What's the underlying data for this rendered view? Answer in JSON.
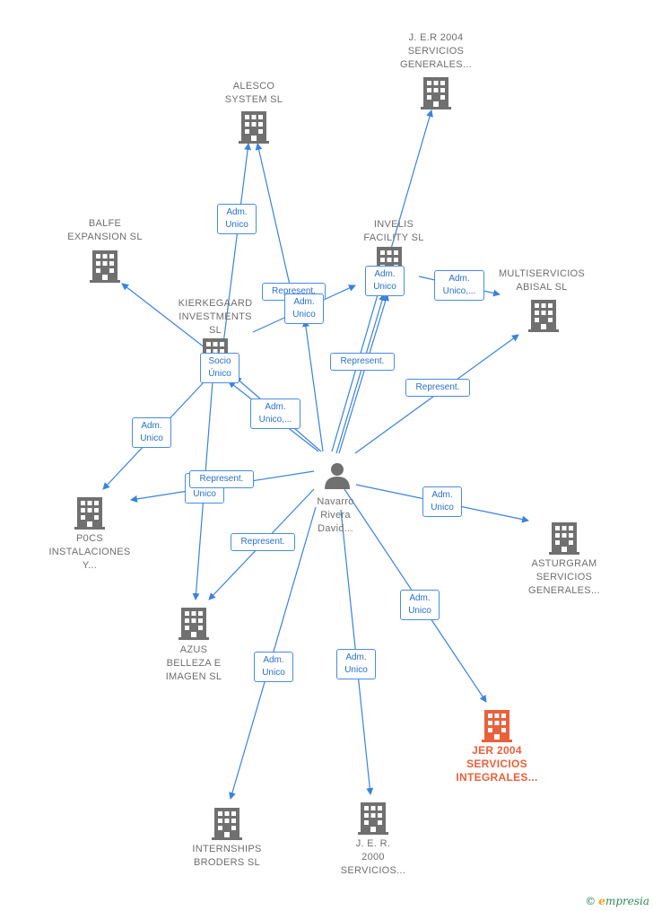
{
  "colors": {
    "edge": "#3b82db",
    "building": "#707070",
    "building_highlight": "#e8613c",
    "person": "#707070"
  },
  "nodes": [
    {
      "id": "jer2004sg",
      "type": "company",
      "lines": [
        "J. E.R 2004",
        "SERVICIOS",
        "GENERALES..."
      ]
    },
    {
      "id": "alesco",
      "type": "company",
      "lines": [
        "ALESCO",
        "SYSTEM SL"
      ]
    },
    {
      "id": "balfe",
      "type": "company",
      "lines": [
        "BALFE",
        "EXPANSION  SL"
      ]
    },
    {
      "id": "invelis",
      "type": "company",
      "lines": [
        "INVELIS",
        "FACILITY  SL"
      ]
    },
    {
      "id": "multiservicios",
      "type": "company",
      "lines": [
        "MULTISERVICIOS",
        "ABISAL SL"
      ]
    },
    {
      "id": "kierkegaard",
      "type": "company",
      "lines": [
        "KIERKEGAARD",
        "INVESTMENTS",
        "SL"
      ]
    },
    {
      "id": "p0cs",
      "type": "company",
      "lines": [
        "P0CS",
        "INSTALACIONES",
        "Y..."
      ]
    },
    {
      "id": "asturgram",
      "type": "company",
      "lines": [
        "ASTURGRAM",
        "SERVICIOS",
        "GENERALES..."
      ]
    },
    {
      "id": "azus",
      "type": "company",
      "lines": [
        "AZUS",
        "BELLEZA E",
        "IMAGEN  SL"
      ]
    },
    {
      "id": "jer2004si",
      "type": "company",
      "highlight": true,
      "lines": [
        "JER 2004",
        "SERVICIOS",
        "INTEGRALES..."
      ]
    },
    {
      "id": "internships",
      "type": "company",
      "lines": [
        "INTERNSHIPS",
        "BRODERS  SL"
      ]
    },
    {
      "id": "jer2000",
      "type": "company",
      "lines": [
        "J.  E.  R.",
        "2000",
        "SERVICIOS..."
      ]
    },
    {
      "id": "navarro",
      "type": "person",
      "lines": [
        "Navarro",
        "Rivera",
        "David..."
      ]
    }
  ],
  "edge_labels": [
    {
      "id": "e-alesco-1",
      "lines": [
        "Adm.",
        "Unico"
      ]
    },
    {
      "id": "e-alesco-2",
      "lines": [
        "Represent."
      ]
    },
    {
      "id": "e-invelis-1",
      "lines": [
        "Adm.",
        "Unico"
      ]
    },
    {
      "id": "e-invelis-2",
      "lines": [
        "Represent."
      ]
    },
    {
      "id": "e-multi-1",
      "lines": [
        "Adm.",
        "Unico,..."
      ]
    },
    {
      "id": "e-multi-2",
      "lines": [
        "Represent."
      ]
    },
    {
      "id": "e-kierk-socio",
      "lines": [
        "Socio",
        "Único"
      ]
    },
    {
      "id": "e-kierk-adm",
      "lines": [
        "Adm.",
        "Unico,..."
      ]
    },
    {
      "id": "e-alesco-3",
      "lines": [
        "Adm.",
        "Unico"
      ]
    },
    {
      "id": "e-p0cs-1",
      "lines": [
        "Adm.",
        "Unico"
      ]
    },
    {
      "id": "e-p0cs-2",
      "lines": [
        "Adm.",
        "Unico"
      ]
    },
    {
      "id": "e-p0cs-3",
      "lines": [
        "Represent."
      ]
    },
    {
      "id": "e-azus",
      "lines": [
        "Represent."
      ]
    },
    {
      "id": "e-asturgram",
      "lines": [
        "Adm.",
        "Unico"
      ]
    },
    {
      "id": "e-jer2004si",
      "lines": [
        "Adm.",
        "Unico"
      ]
    },
    {
      "id": "e-internships",
      "lines": [
        "Adm.",
        "Unico"
      ]
    },
    {
      "id": "e-jer2000",
      "lines": [
        "Adm.",
        "Unico"
      ]
    }
  ],
  "copyright": {
    "symbol": "©",
    "brand_initial": "e",
    "brand_rest": "mpresia"
  }
}
